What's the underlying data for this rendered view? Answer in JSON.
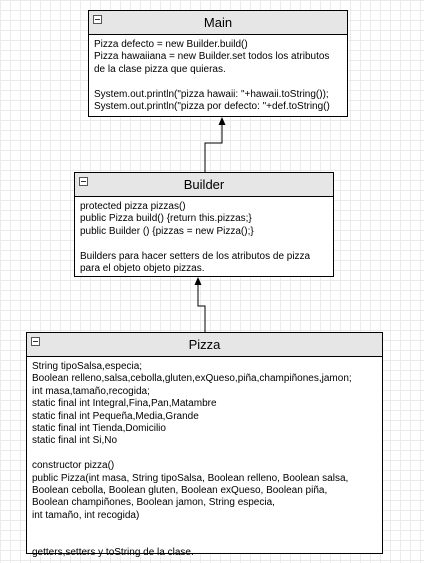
{
  "classes": {
    "main": {
      "name": "Main",
      "lines": [
        "Pizza defecto = new Builder.build()",
        "Pizza hawaiiana = new Builder.set todos los atributos",
        "de la clase pizza que quieras.",
        "",
        "System.out.println(\"pizza hawaii: \"+hawaii.toString());",
        "System.out.println(\"pizza por defecto: \"+def.toString()"
      ]
    },
    "builder": {
      "name": "Builder",
      "lines": [
        "protected pizza pizzas()",
        "public Pizza build() {return this.pizzas;}",
        "public Builder () {pizzas = new Pizza();}",
        "",
        "Builders para hacer setters de los atributos de pizza",
        "para el objeto objeto pizzas."
      ]
    },
    "pizza": {
      "name": "Pizza",
      "lines": [
        "String tipoSalsa,especia;",
        "Boolean relleno,salsa,cebolla,gluten,exQueso,piña,champiñones,jamon;",
        "int masa,tamaño,recogida;",
        "static final int Integral,Fina,Pan,Matambre",
        "static final int Pequeña,Media,Grande",
        "static final int Tienda,Domicilio",
        "static final int Si,No",
        "",
        "constructor pizza()",
        "public Pizza(int masa, String tipoSalsa, Boolean relleno, Boolean salsa,",
        "Boolean cebolla, Boolean gluten, Boolean exQueso, Boolean piña,",
        "Boolean champiñones, Boolean jamon, String especia,",
        "int tamaño, int recogida)",
        "",
        "",
        "getters,setters y toString de la clase."
      ]
    }
  }
}
